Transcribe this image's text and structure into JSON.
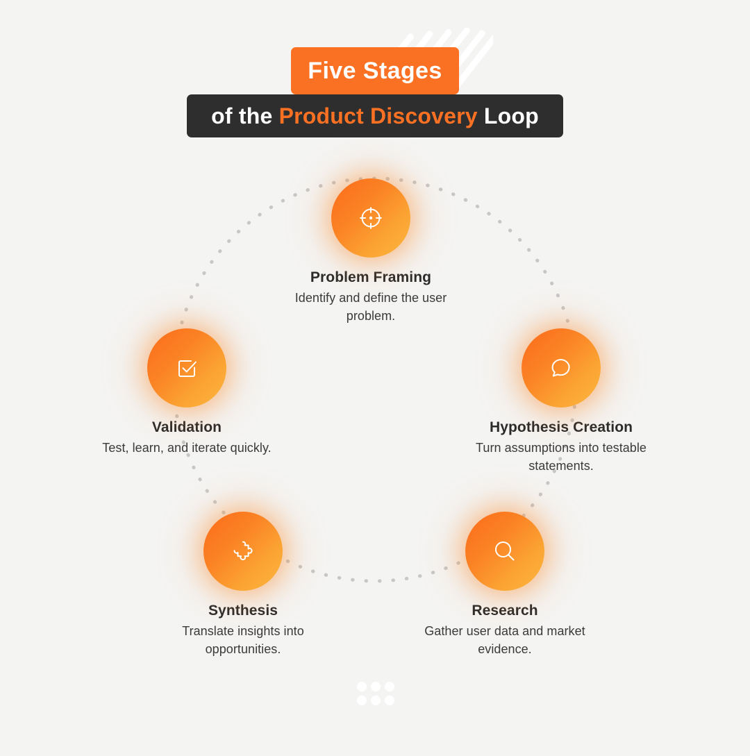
{
  "background_color": "#F4F4F3",
  "accent_color": "#FA7123",
  "dark_color": "#2E2E2E",
  "header": {
    "badge_text": "Five Stages",
    "line2_prefix": "of the ",
    "line2_accent": "Product Discovery",
    "line2_suffix": " Loop",
    "stripes_icon": "diagonal-stripes-decoration"
  },
  "loop": {
    "arc_style": "dotted",
    "arc_color": "#C9C9C9",
    "nodes": [
      {
        "id": "problem-framing",
        "title": "Problem Framing",
        "desc": "Identify and define the user problem.",
        "icon": "crosshair-target-icon"
      },
      {
        "id": "hypothesis-creation",
        "title": "Hypothesis Creation",
        "desc": "Turn assumptions into testable statements.",
        "icon": "speech-bubble-icon"
      },
      {
        "id": "research",
        "title": "Research",
        "desc": "Gather user data and market evidence.",
        "icon": "magnifying-glass-icon"
      },
      {
        "id": "synthesis",
        "title": "Synthesis",
        "desc": "Translate insights into opportunities.",
        "icon": "puzzle-piece-icon"
      },
      {
        "id": "validation",
        "title": "Validation",
        "desc": "Test, learn, and iterate quickly.",
        "icon": "checkbox-check-icon"
      }
    ]
  },
  "footer": {
    "dots_icon": "dot-grid-decoration",
    "dot_count": 6
  }
}
